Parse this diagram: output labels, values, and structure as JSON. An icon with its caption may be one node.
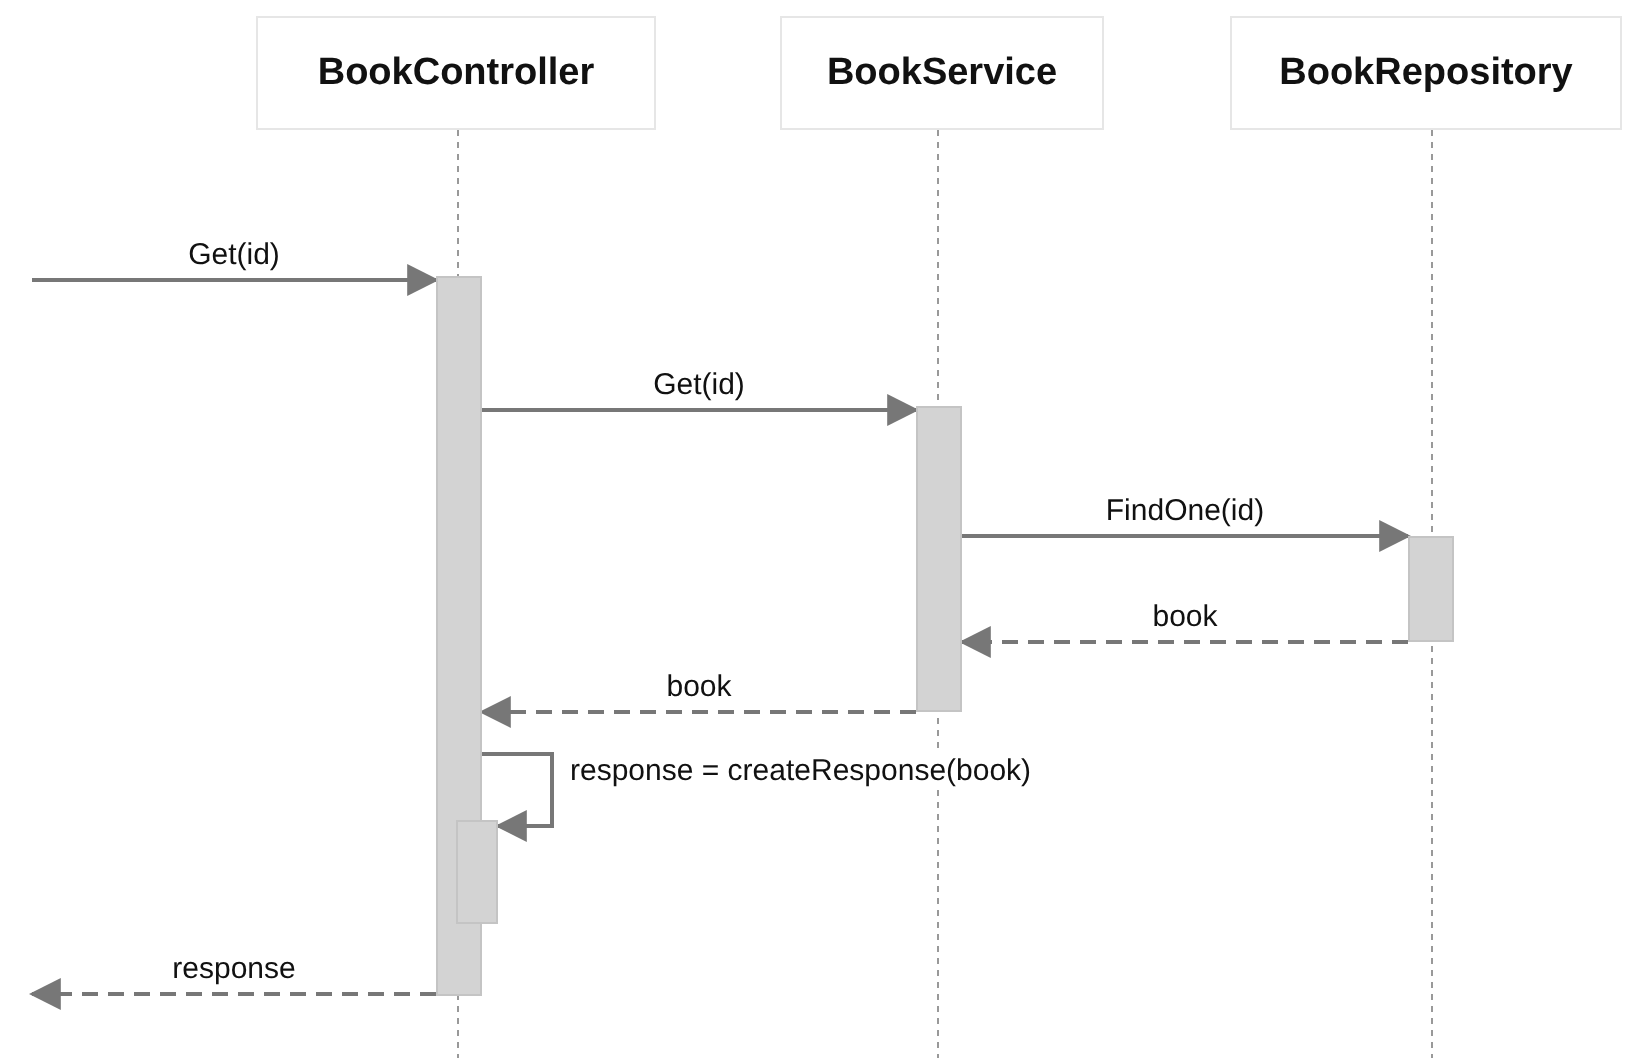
{
  "diagram": {
    "nodes": [
      {
        "text": [
          "BookController"
        ]
      },
      {
        "text": [
          "BookService"
        ]
      },
      {
        "text": [
          "BookRepository"
        ]
      },
      {
        "text": [],
        "shape": "bar"
      },
      {
        "text": [],
        "shape": "bar"
      },
      {
        "text": [],
        "shape": "bar"
      },
      {
        "text": [],
        "shape": "bar"
      }
    ],
    "edges": [
      {
        "from": null,
        "to": 3,
        "arrow": "to",
        "label": "Get(id)"
      },
      {
        "from": 3,
        "to": 4,
        "arrow": "to",
        "label": "Get(id)"
      },
      {
        "from": 4,
        "to": 5,
        "arrow": "to",
        "label": "FindOne(id)"
      },
      {
        "from": 5,
        "to": 4,
        "arrow": "to",
        "label": "book",
        "style": "dashed"
      },
      {
        "from": 4,
        "to": 3,
        "arrow": "to",
        "label": "book",
        "style": "dashed"
      },
      {
        "from": 3,
        "to": 6,
        "arrow": "to",
        "label": "response = createResponse(book)"
      },
      {
        "from": 3,
        "to": null,
        "arrow": "to",
        "label": "response",
        "style": "dashed"
      }
    ]
  }
}
